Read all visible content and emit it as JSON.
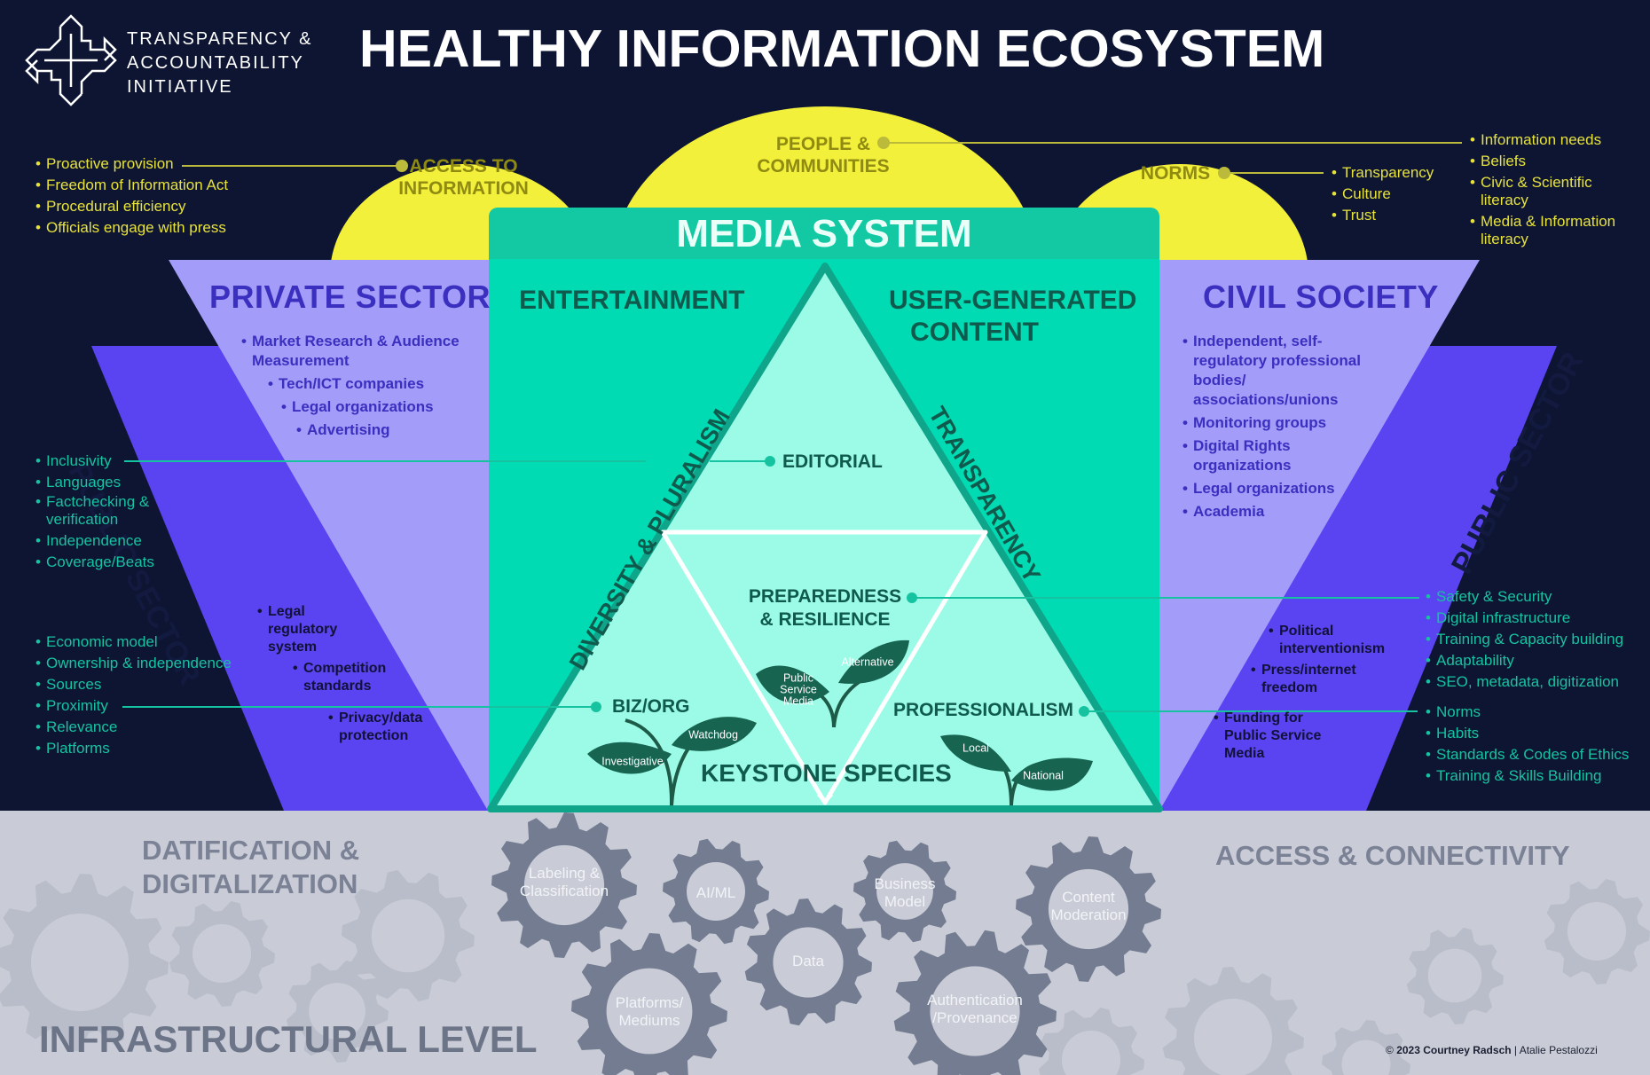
{
  "org": {
    "line1": "TRANSPARENCY &",
    "line2": "ACCOUNTABILITY",
    "line3": "INITIATIVE"
  },
  "title": "HEALTHY INFORMATION ECOSYSTEM",
  "colors": {
    "background": "#0d1533",
    "yellow": "#f3f03b",
    "media_teal": "#12c9a4",
    "green": "#00dbb3",
    "inner": "#9bfbe7",
    "purple_light": "#a39cf8",
    "purple_dark": "#5a43f0",
    "infrastructure": "#c9ccd6",
    "gear_dark": "#737c91",
    "gear_light": "#b8bdc9"
  },
  "suns": {
    "access": {
      "line1": "ACCESS TO",
      "line2": "INFORMATION"
    },
    "people": {
      "line1": "PEOPLE &",
      "line2": "COMMUNITIES"
    },
    "norms": {
      "label": "NORMS"
    }
  },
  "access_items": [
    "Proactive provision",
    "Freedom of Information Act",
    "Procedural efficiency",
    "Officials engage with press"
  ],
  "people_items": [
    "Information needs",
    "Beliefs",
    "Civic & Scientific literacy",
    "Media & Information literacy"
  ],
  "norms_items": [
    "Transparency",
    "Culture",
    "Trust"
  ],
  "media_system": "MEDIA SYSTEM",
  "private_sector": {
    "title": "PRIVATE SECTOR",
    "items": [
      "Market Research & Audience Measurement",
      "Tech/ICT companies",
      "Legal organizations",
      "Advertising"
    ]
  },
  "civil_society": {
    "title": "CIVIL SOCIETY",
    "items": [
      "Independent, self-regulatory professional bodies/ associations/unions",
      "Monitoring groups",
      "Digital Rights organizations",
      "Legal organizations",
      "Academia"
    ]
  },
  "public_sector_left": {
    "title": "PUBLIC SECTOR",
    "items": [
      "Legal regulatory system",
      "Competition standards",
      "Privacy/data protection"
    ]
  },
  "public_sector_right": {
    "title": "PUBLIC SECTOR",
    "items": [
      "Political interventionism",
      "Press/internet freedom",
      "Funding for Public Service Media"
    ]
  },
  "media": {
    "entertainment": "ENTERTAINMENT",
    "ugc": {
      "line1": "USER-GENERATED",
      "line2": "CONTENT"
    },
    "diversity": "DIVERSITY & PLURALISM",
    "transparency": "TRANSPARENCY",
    "editorial": "EDITORIAL",
    "preparedness": {
      "line1": "PREPAREDNESS",
      "line2": "& RESILIENCE"
    },
    "bizorg": "BIZ/ORG",
    "professionalism": "PROFESSIONALISM",
    "keystone": "KEYSTONE SPECIES",
    "leaves": {
      "psm": [
        "Public",
        "Service",
        "Media"
      ],
      "alternative": "Alternative",
      "watchdog": "Watchdog",
      "investigative": "Investigative",
      "local": "Local",
      "national": "National"
    }
  },
  "editorial_items": [
    "Inclusivity",
    "Languages",
    "Factchecking & verification",
    "Independence",
    "Coverage/Beats"
  ],
  "bizorg_items": [
    "Economic model",
    "Ownership & independence",
    "Sources",
    "Proximity",
    "Relevance",
    "Platforms"
  ],
  "preparedness_items": [
    "Safety & Security",
    "Digital infrastructure",
    "Training & Capacity building",
    "Adaptability",
    "SEO, metadata, digitization"
  ],
  "professionalism_items": [
    "Norms",
    "Habits",
    "Standards & Codes of Ethics",
    "Training & Skills Building"
  ],
  "infrastructure": {
    "datification": {
      "line1": "DATIFICATION &",
      "line2": "DIGITALIZATION"
    },
    "access": "ACCESS & CONNECTIVITY",
    "level": "INFRASTRUCTURAL LEVEL",
    "credit_main": "2023 Courtney Radsch",
    "credit_rest": "| Atalie Pestalozzi",
    "gears": {
      "labeling": [
        "Labeling &",
        "Classification"
      ],
      "aiml": "AI/ML",
      "business": [
        "Business",
        "Model"
      ],
      "content": [
        "Content",
        "Moderation"
      ],
      "data": "Data",
      "platforms": [
        "Platforms/",
        "Mediums"
      ],
      "auth": [
        "Authentication",
        "/Provenance"
      ]
    }
  }
}
